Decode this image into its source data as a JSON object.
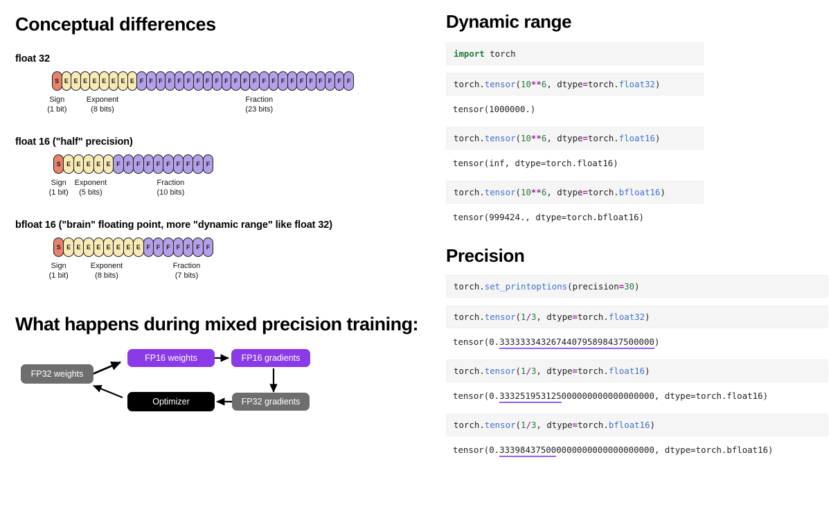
{
  "left": {
    "title": "Conceptual differences",
    "formats": [
      {
        "label": "float 32",
        "sign_bits": 1,
        "exponent_bits": 8,
        "fraction_bits": 23,
        "legend": [
          {
            "name": "Sign",
            "detail": "(1 bit)"
          },
          {
            "name": "Exponent",
            "detail": "(8 bits)"
          },
          {
            "name": "Fraction",
            "detail": "(23 bits)"
          }
        ]
      },
      {
        "label": "float 16 (\"half\" precision)",
        "sign_bits": 1,
        "exponent_bits": 5,
        "fraction_bits": 10,
        "legend": [
          {
            "name": "Sign",
            "detail": "(1 bit)"
          },
          {
            "name": "Exponent",
            "detail": "(5 bits)"
          },
          {
            "name": "Fraction",
            "detail": "(10 bits)"
          }
        ]
      },
      {
        "label": "bfloat 16 (\"brain\" floating point, more \"dynamic range\" like float 32)",
        "sign_bits": 1,
        "exponent_bits": 8,
        "fraction_bits": 7,
        "legend": [
          {
            "name": "Sign",
            "detail": "(1 bit)"
          },
          {
            "name": "Exponent",
            "detail": "(8 bits)"
          },
          {
            "name": "Fraction",
            "detail": "(7 bits)"
          }
        ]
      }
    ],
    "bit_glyphs": {
      "sign": "S",
      "exponent": "E",
      "fraction": "F"
    },
    "mixed": {
      "title": "What happens during mixed precision training:",
      "nodes": [
        {
          "id": "fp32-weights",
          "label": "FP32 weights",
          "color": "gray"
        },
        {
          "id": "fp16-weights",
          "label": "FP16 weights",
          "color": "purple"
        },
        {
          "id": "fp16-gradients",
          "label": "FP16 gradients",
          "color": "purple"
        },
        {
          "id": "fp32-gradients",
          "label": "FP32 gradients",
          "color": "gray"
        },
        {
          "id": "optimizer",
          "label": "Optimizer",
          "color": "black"
        }
      ]
    }
  },
  "right": {
    "dynamic_range": {
      "title": "Dynamic range",
      "blocks": [
        {
          "kind": "code",
          "width": "narrow",
          "tokens": [
            {
              "t": "import",
              "c": "kw"
            },
            {
              "t": " torch",
              "c": ""
            }
          ]
        },
        {
          "kind": "code",
          "width": "narrow",
          "tokens": [
            {
              "t": "torch.",
              "c": ""
            },
            {
              "t": "tensor",
              "c": "fn"
            },
            {
              "t": "(",
              "c": ""
            },
            {
              "t": "10",
              "c": "num"
            },
            {
              "t": "**",
              "c": "op"
            },
            {
              "t": "6",
              "c": "num"
            },
            {
              "t": ", dtype",
              "c": ""
            },
            {
              "t": "=",
              "c": "op"
            },
            {
              "t": "torch.",
              "c": ""
            },
            {
              "t": "float32",
              "c": "fn"
            },
            {
              "t": ")",
              "c": ""
            }
          ]
        },
        {
          "kind": "output",
          "text": "tensor(1000000.)"
        },
        {
          "kind": "code",
          "width": "narrow",
          "tokens": [
            {
              "t": "torch.",
              "c": ""
            },
            {
              "t": "tensor",
              "c": "fn"
            },
            {
              "t": "(",
              "c": ""
            },
            {
              "t": "10",
              "c": "num"
            },
            {
              "t": "**",
              "c": "op"
            },
            {
              "t": "6",
              "c": "num"
            },
            {
              "t": ", dtype",
              "c": ""
            },
            {
              "t": "=",
              "c": "op"
            },
            {
              "t": "torch.",
              "c": ""
            },
            {
              "t": "float16",
              "c": "fn"
            },
            {
              "t": ")",
              "c": ""
            }
          ]
        },
        {
          "kind": "output",
          "text": "tensor(inf, dtype=torch.float16)"
        },
        {
          "kind": "code",
          "width": "narrow",
          "tokens": [
            {
              "t": "torch.",
              "c": ""
            },
            {
              "t": "tensor",
              "c": "fn"
            },
            {
              "t": "(",
              "c": ""
            },
            {
              "t": "10",
              "c": "num"
            },
            {
              "t": "**",
              "c": "op"
            },
            {
              "t": "6",
              "c": "num"
            },
            {
              "t": ", dtype",
              "c": ""
            },
            {
              "t": "=",
              "c": "op"
            },
            {
              "t": "torch.",
              "c": ""
            },
            {
              "t": "bfloat16",
              "c": "fn"
            },
            {
              "t": ")",
              "c": ""
            }
          ]
        },
        {
          "kind": "output",
          "text": "tensor(999424., dtype=torch.bfloat16)"
        }
      ]
    },
    "precision": {
      "title": "Precision",
      "blocks": [
        {
          "kind": "code",
          "width": "wide",
          "tokens": [
            {
              "t": "torch.",
              "c": ""
            },
            {
              "t": "set_printoptions",
              "c": "fn"
            },
            {
              "t": "(precision",
              "c": ""
            },
            {
              "t": "=",
              "c": "op"
            },
            {
              "t": "30",
              "c": "num"
            },
            {
              "t": ")",
              "c": ""
            }
          ]
        },
        {
          "kind": "code",
          "width": "wide",
          "tokens": [
            {
              "t": "torch.",
              "c": ""
            },
            {
              "t": "tensor",
              "c": "fn"
            },
            {
              "t": "(",
              "c": ""
            },
            {
              "t": "1",
              "c": "num"
            },
            {
              "t": "/",
              "c": "op"
            },
            {
              "t": "3",
              "c": "num"
            },
            {
              "t": ", dtype",
              "c": ""
            },
            {
              "t": "=",
              "c": "op"
            },
            {
              "t": "torch.",
              "c": ""
            },
            {
              "t": "float32",
              "c": "fn"
            },
            {
              "t": ")",
              "c": ""
            }
          ]
        },
        {
          "kind": "output-underline",
          "prefix": "tensor(0.",
          "underlined": "333333343267440795898437500000",
          "suffix": ")"
        },
        {
          "kind": "code",
          "width": "wide",
          "tokens": [
            {
              "t": "torch.",
              "c": ""
            },
            {
              "t": "tensor",
              "c": "fn"
            },
            {
              "t": "(",
              "c": ""
            },
            {
              "t": "1",
              "c": "num"
            },
            {
              "t": "/",
              "c": "op"
            },
            {
              "t": "3",
              "c": "num"
            },
            {
              "t": ", dtype",
              "c": ""
            },
            {
              "t": "=",
              "c": "op"
            },
            {
              "t": "torch.",
              "c": ""
            },
            {
              "t": "float16",
              "c": "fn"
            },
            {
              "t": ")",
              "c": ""
            }
          ]
        },
        {
          "kind": "output-underline",
          "prefix": "tensor(0.",
          "underlined": "333251953125",
          "suffix": "000000000000000000, dtype=torch.float16)"
        },
        {
          "kind": "code",
          "width": "wide",
          "tokens": [
            {
              "t": "torch.",
              "c": ""
            },
            {
              "t": "tensor",
              "c": "fn"
            },
            {
              "t": "(",
              "c": ""
            },
            {
              "t": "1",
              "c": "num"
            },
            {
              "t": "/",
              "c": "op"
            },
            {
              "t": "3",
              "c": "num"
            },
            {
              "t": ", dtype",
              "c": ""
            },
            {
              "t": "=",
              "c": "op"
            },
            {
              "t": "torch.",
              "c": ""
            },
            {
              "t": "bfloat16",
              "c": "fn"
            },
            {
              "t": ")",
              "c": ""
            }
          ]
        },
        {
          "kind": "output-underline",
          "prefix": "tensor(0.",
          "underlined": "33398437500",
          "suffix": "0000000000000000000, dtype=torch.bfloat16)"
        }
      ]
    }
  },
  "colors": {
    "sign_bit": "#e8836b",
    "exponent_bit": "#f7eab4",
    "fraction_bit": "#b4a0e8",
    "fp16_box": "#8b3ae8",
    "fp32_box": "#6e6e6e",
    "optimizer_box": "#000000",
    "code_bg": "#f5f5f5",
    "underline": "#8b5cf6",
    "keyword": "#1a7f37",
    "function": "#3f6fd1",
    "operator": "#a626a4"
  }
}
